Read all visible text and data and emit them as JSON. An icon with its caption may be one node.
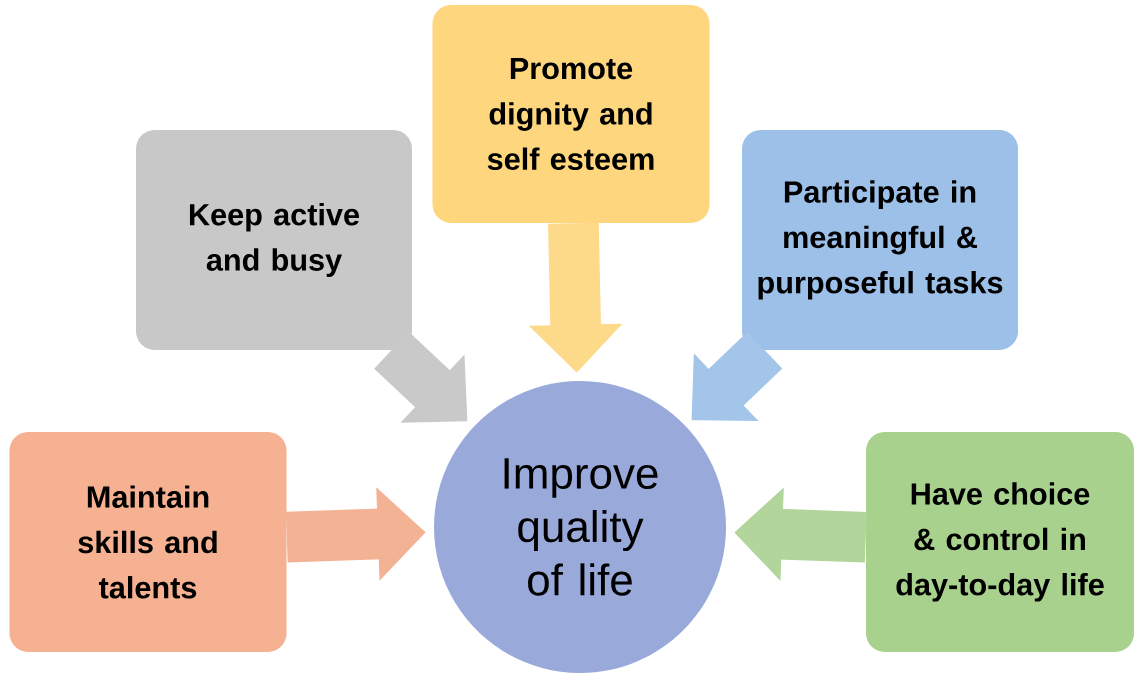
{
  "diagram": {
    "nodes": [
      {
        "text": [
          "Keep active and busy"
        ]
      },
      {
        "text": [
          "Promote dignity and self esteem"
        ]
      },
      {
        "text": [
          "Participate in meaningful & purposeful tasks"
        ]
      },
      {
        "text": [
          "Maintain skills and talents"
        ]
      },
      {
        "text": [
          "Improve quality of life"
        ]
      },
      {
        "text": [
          "Have choice & control in day-to-day life"
        ]
      }
    ],
    "edges": [
      {
        "from": 0,
        "to": 4,
        "arrow": "to",
        "color": "#c9c9c9"
      },
      {
        "from": 1,
        "to": 4,
        "arrow": "to",
        "color": "#fdd98a"
      },
      {
        "from": 2,
        "to": 4,
        "arrow": "to",
        "color": "#a4c5ea"
      },
      {
        "from": 3,
        "to": 4,
        "arrow": "to",
        "color": "#f4b295"
      },
      {
        "from": 5,
        "to": 4,
        "arrow": "to",
        "color": "#b1d59a"
      }
    ]
  }
}
